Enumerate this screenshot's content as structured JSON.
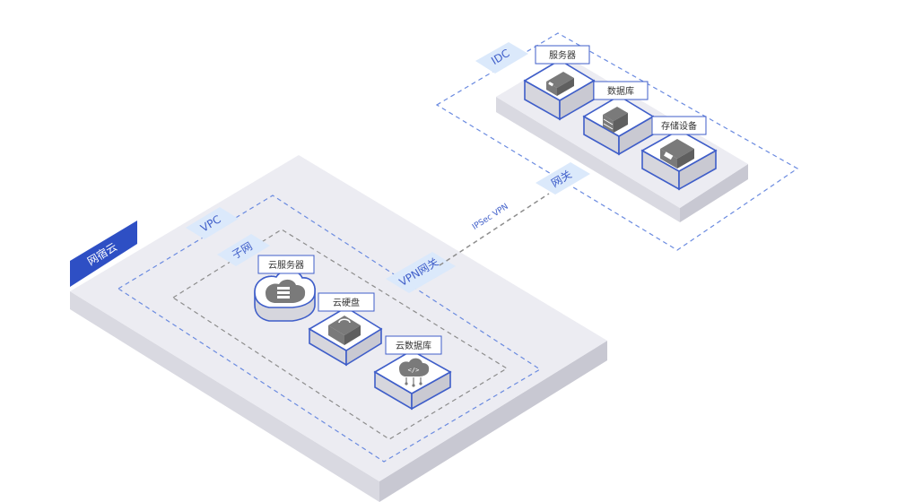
{
  "cloud": {
    "brand": "网宿云",
    "vpc_label": "VPC",
    "subnet_label": "子网",
    "vpn_gateway_label": "VPN网关",
    "nodes": {
      "cloud_server": "云服务器",
      "cloud_disk": "云硬盘",
      "cloud_database": "云数据库"
    }
  },
  "idc": {
    "label": "IDC",
    "gateway_label": "网关",
    "nodes": {
      "server": "服务器",
      "database": "数据库",
      "storage": "存储设备"
    }
  },
  "link": {
    "label": "IPSec VPN"
  },
  "colors": {
    "accent": "#3f5ec9",
    "tag_fill": "#dbe9fb",
    "brand_fill": "#2e4fc4",
    "platform_top": "#ececf2",
    "platform_left": "#d9d9e1",
    "platform_right": "#c8c8d2",
    "vpc_border": "#6b8be0",
    "subnet_border": "#8d8d8d",
    "icon_gray": "#7a7a7a"
  }
}
